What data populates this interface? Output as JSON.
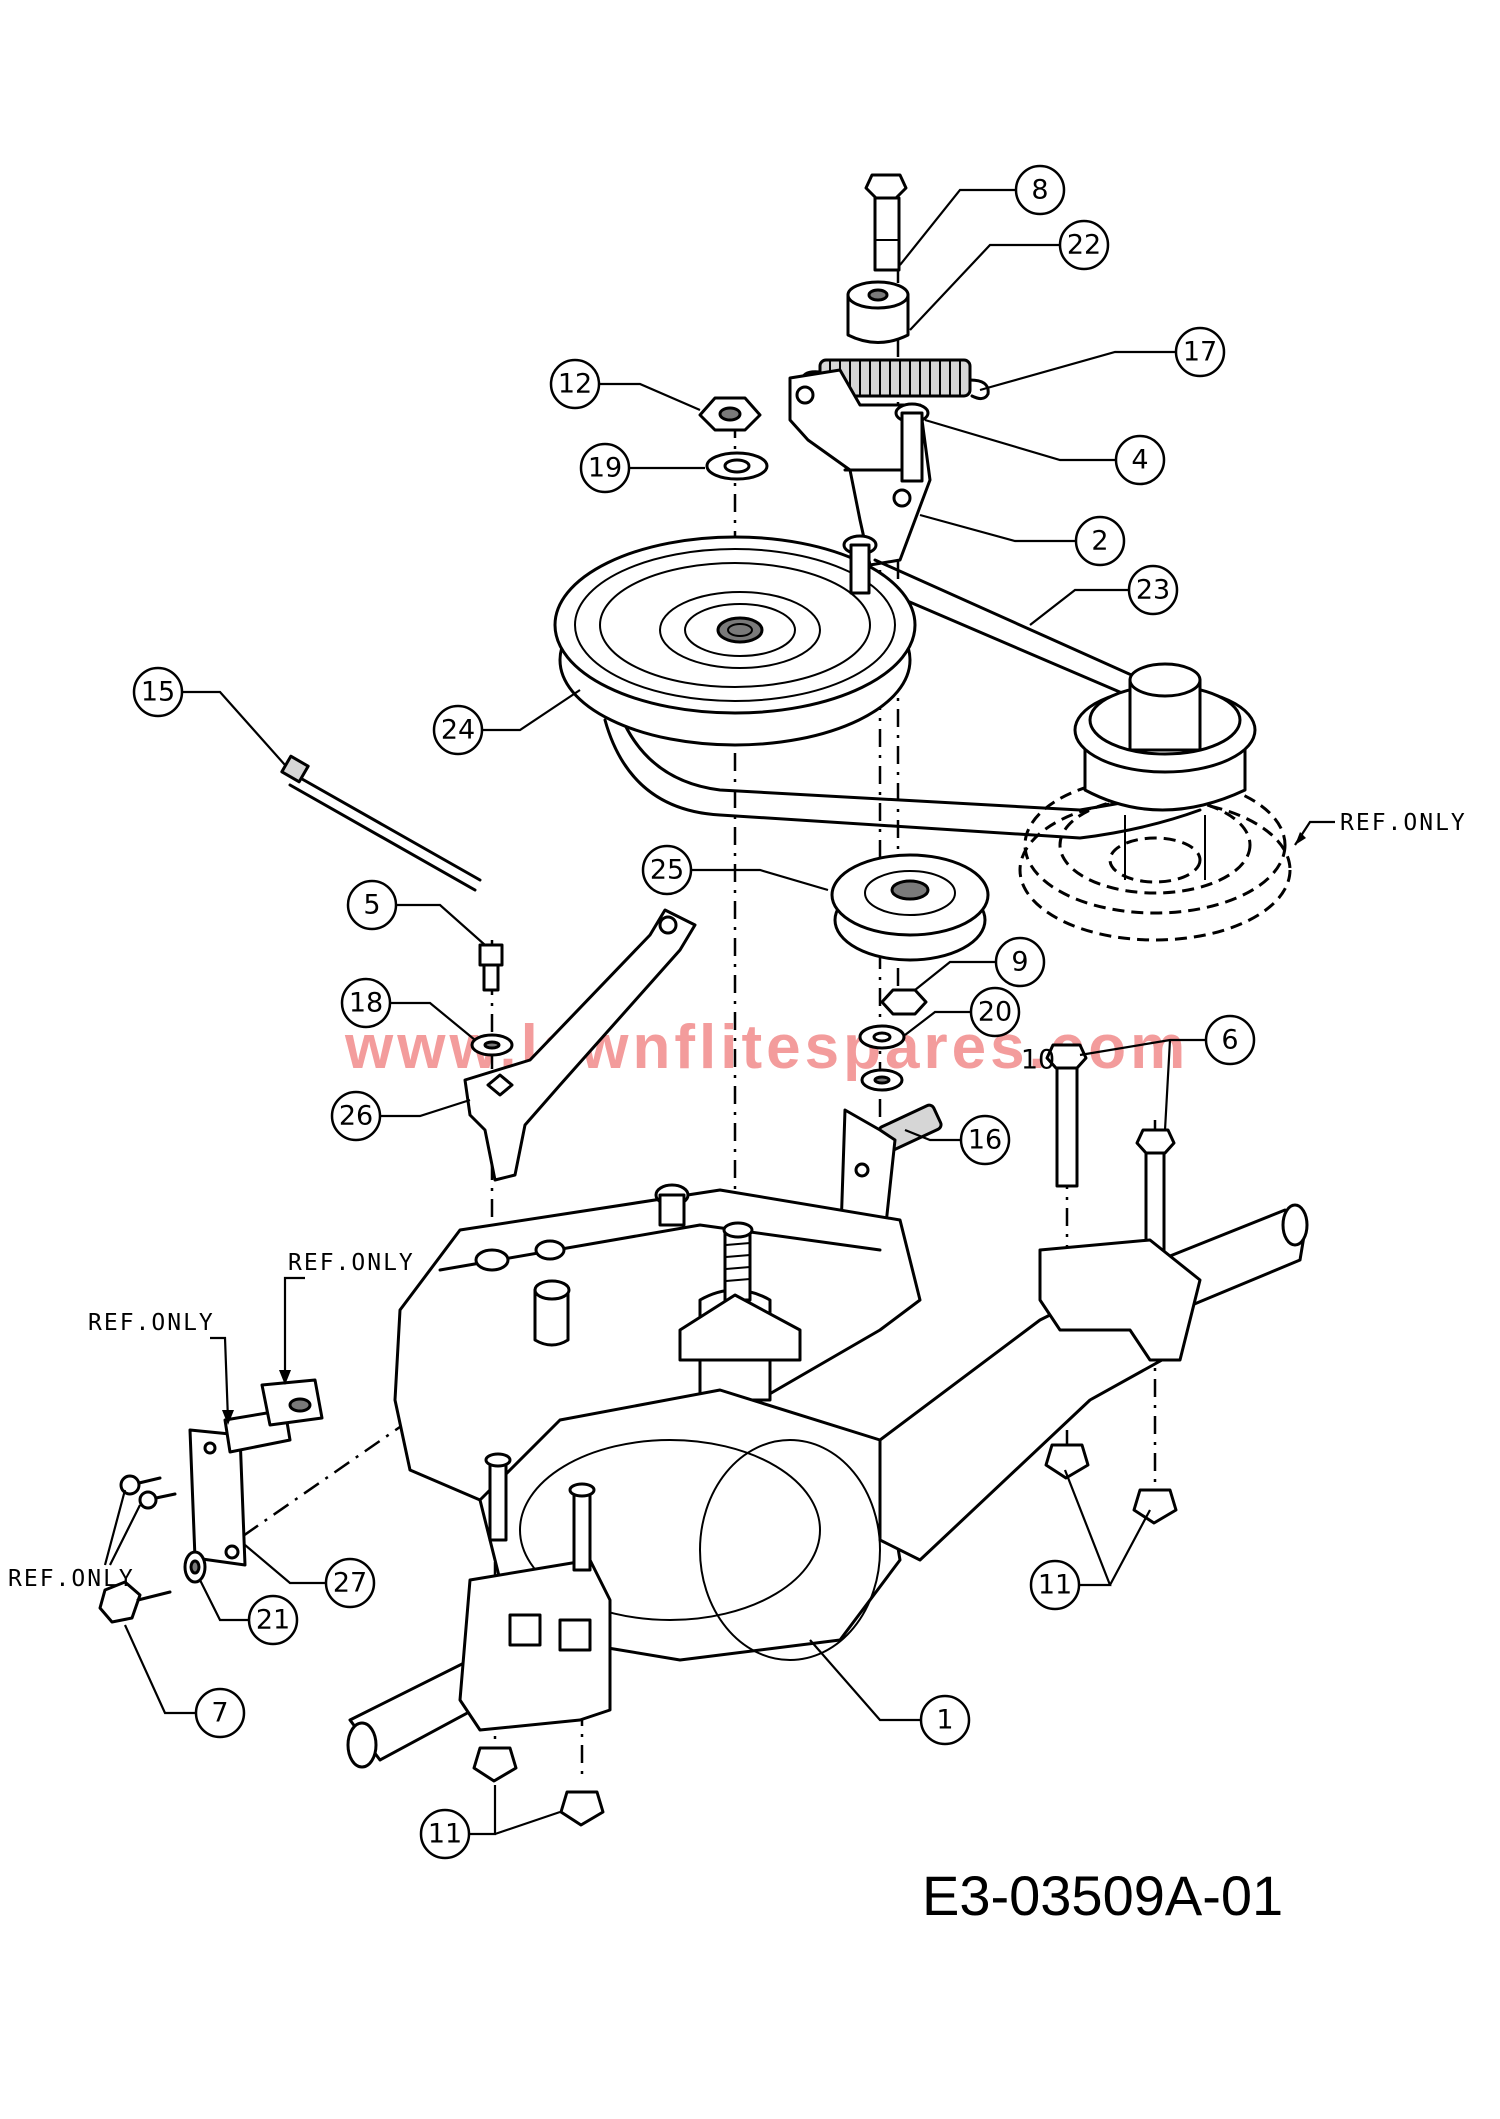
{
  "drawing_number": "E3-03509A-01",
  "watermark": "www.lawnflitespares.com",
  "ref_only_label": "REF.ONLY",
  "callouts": {
    "c1": "1",
    "c2": "2",
    "c4": "4",
    "c5": "5",
    "c6": "6",
    "c7": "7",
    "c8": "8",
    "c9": "9",
    "c10": "10",
    "c11a": "11",
    "c11b": "11",
    "c12": "12",
    "c15": "15",
    "c16": "16",
    "c17": "17",
    "c18": "18",
    "c19": "19",
    "c20": "20",
    "c21": "21",
    "c22": "22",
    "c23": "23",
    "c24": "24",
    "c25": "25",
    "c26": "26",
    "c27": "27"
  },
  "ref_labels": {
    "r1": "REF.ONLY",
    "r2": "REF.ONLY",
    "r3": "REF.ONLY",
    "r4": "REF.ONLY"
  }
}
